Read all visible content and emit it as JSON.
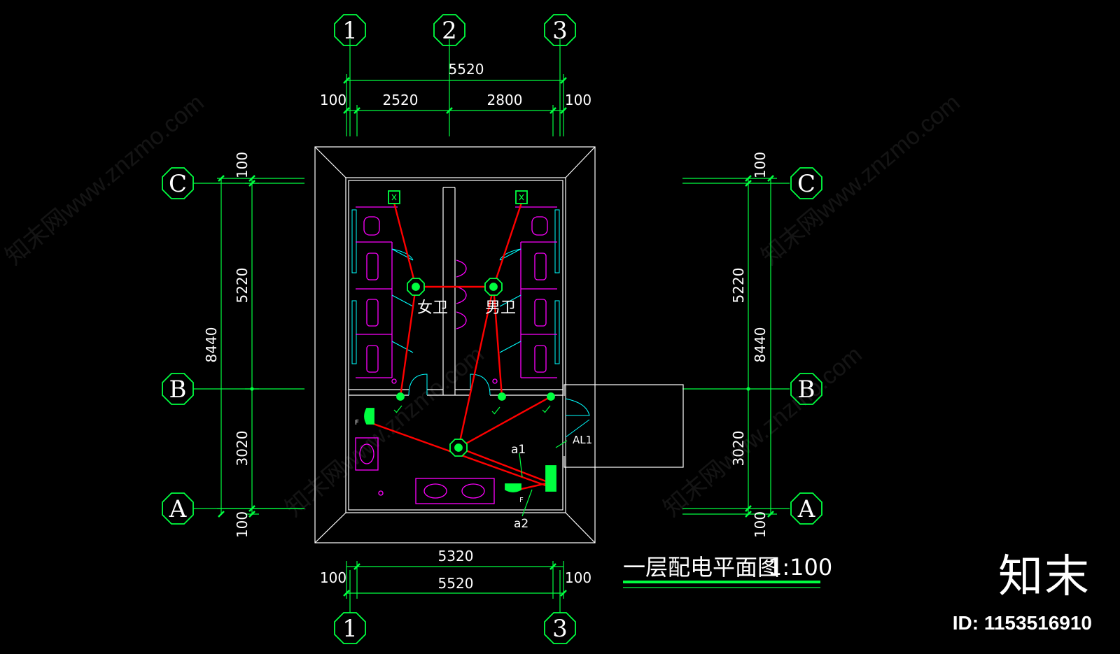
{
  "axes": {
    "col1": "1",
    "col2": "2",
    "col3": "3",
    "rowA": "A",
    "rowB": "B",
    "rowC": "C"
  },
  "dimensions": {
    "top_total": "5520",
    "top_left_margin": "100",
    "top_left_span": "2520",
    "top_right_span": "2800",
    "top_right_margin": "100",
    "bottom_inner": "5320",
    "bottom_total": "5520",
    "bottom_left_margin": "100",
    "bottom_right_margin": "100",
    "left_top_margin": "100",
    "left_upper": "5220",
    "left_total": "8440",
    "left_lower": "3020",
    "left_bottom_margin": "100",
    "right_top_margin": "100",
    "right_upper": "5220",
    "right_total": "8440",
    "right_lower": "3020",
    "right_bottom_margin": "100"
  },
  "rooms": {
    "women": "女卫",
    "men": "男卫"
  },
  "labels": {
    "panel": "AL1",
    "circuit1": "a1",
    "circuit2": "a2",
    "fan1": "F",
    "fan2": "F"
  },
  "title": {
    "text": "一层配电平面图",
    "scale": "1:100"
  },
  "watermark": {
    "text": "知末网www.znzmo.com",
    "brand": "知末",
    "id": "ID: 1153516910"
  },
  "colors": {
    "background": "#000000",
    "axis_green": "#00ff40",
    "wall_white": "#ffffff",
    "fixture_magenta": "#ff00ff",
    "wire_red": "#ff0000",
    "door_cyan": "#00ffff"
  }
}
